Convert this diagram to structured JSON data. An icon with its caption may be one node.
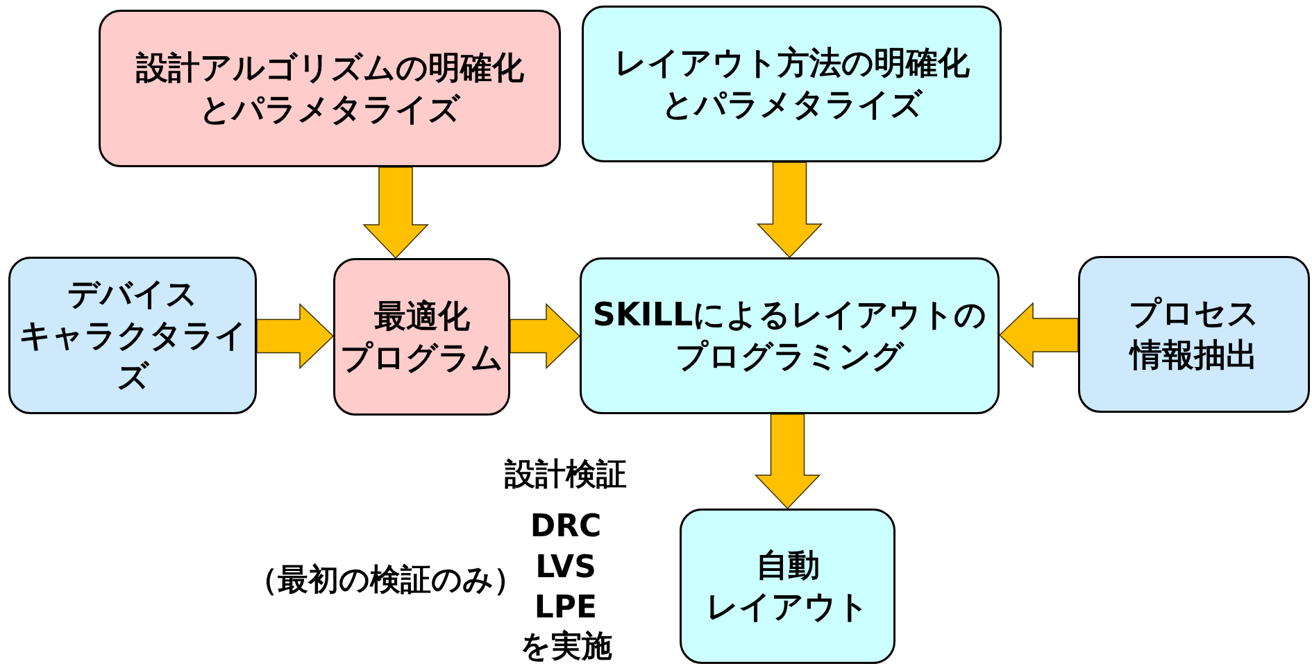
{
  "diagram": {
    "nodes": [
      {
        "text": [
          "設計アルゴリズムの明確化とパラメタライズ"
        ]
      },
      {
        "text": [
          "レイアウト方法の明確化とパラメタライズ"
        ]
      },
      {
        "text": [
          "デバイスキャラクタライズ"
        ]
      },
      {
        "text": [
          "最適化プログラム"
        ]
      },
      {
        "text": [
          "SKILLによるレイアウトのプログラミング"
        ]
      },
      {
        "text": [
          "プロセス情報抽出"
        ]
      },
      {
        "text": [
          "自動レイアウト"
        ]
      }
    ],
    "edges": [
      {
        "from": 0,
        "to": 3,
        "arrow": "to"
      },
      {
        "from": 1,
        "to": 4,
        "arrow": "to"
      },
      {
        "from": 2,
        "to": 3,
        "arrow": "to"
      },
      {
        "from": 3,
        "to": 4,
        "arrow": "to"
      },
      {
        "from": 5,
        "to": 4,
        "arrow": "to"
      },
      {
        "from": 4,
        "to": 6,
        "arrow": "to"
      }
    ],
    "labels": [
      "設計検証",
      "DRC",
      "LVS",
      "LPE",
      "を実施",
      "（最初の検証のみ）"
    ]
  }
}
